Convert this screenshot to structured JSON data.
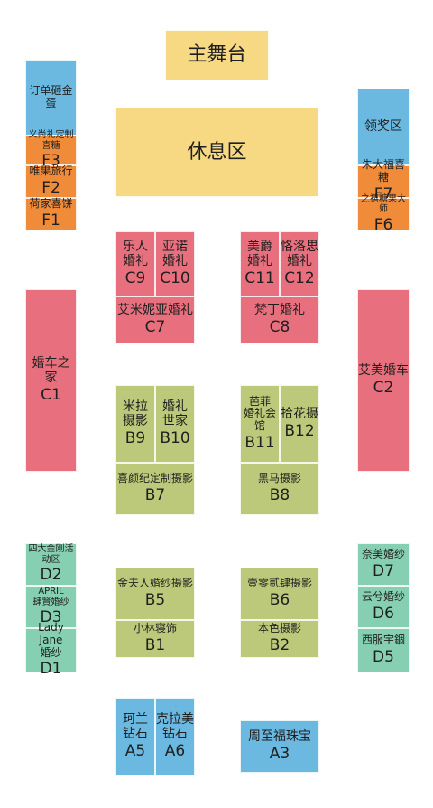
{
  "colors": {
    "stage": "#f7d983",
    "blue": "#6bb9e1",
    "orange": "#f08b3a",
    "pink": "#e8707e",
    "green": "#bdc97a",
    "teal": "#86cfb2"
  },
  "stage": {
    "name": "主舞台"
  },
  "lounge": {
    "name": "休息区"
  },
  "order_desk": {
    "name": "订单砸金蛋"
  },
  "award_area": {
    "name": "领奖区"
  },
  "F": {
    "F3": {
      "name": "义尚礼定制喜糖",
      "code": "F3"
    },
    "F2": {
      "name": "唯果旅行",
      "code": "F2"
    },
    "F1": {
      "name": "荷家喜饼",
      "code": "F1"
    },
    "F7": {
      "name": "朱大福喜糖",
      "code": "F7"
    },
    "F6": {
      "name": "之禧糖果大师",
      "code": "F6"
    }
  },
  "C": {
    "C9": {
      "name": "乐人\n婚礼",
      "code": "C9"
    },
    "C10": {
      "name": "亚诺\n婚礼",
      "code": "C10"
    },
    "C11": {
      "name": "美爵\n婚礼",
      "code": "C11"
    },
    "C12": {
      "name": "恪洛思\n婚礼",
      "code": "C12"
    },
    "C7": {
      "name": "艾米妮亚婚礼",
      "code": "C7"
    },
    "C8": {
      "name": "梵丁婚礼",
      "code": "C8"
    },
    "C1": {
      "name": "婚车之家",
      "code": "C1"
    },
    "C2": {
      "name": "艾美婚车",
      "code": "C2"
    }
  },
  "B": {
    "B9": {
      "name": "米拉\n摄影",
      "code": "B9"
    },
    "B10": {
      "name": "婚礼\n世家",
      "code": "B10"
    },
    "B11": {
      "name": "芭菲\n婚礼会馆",
      "code": "B11"
    },
    "B12": {
      "name": "拾花摄",
      "code": "B12"
    },
    "B7": {
      "name": "喜颜纪定制摄影",
      "code": "B7"
    },
    "B8": {
      "name": "黑马摄影",
      "code": "B8"
    },
    "B5": {
      "name": "金夫人婚纱摄影",
      "code": "B5"
    },
    "B6": {
      "name": "壹零贰肆摄影",
      "code": "B6"
    },
    "B1": {
      "name": "小林寝饰",
      "code": "B1"
    },
    "B2": {
      "name": "本色摄影",
      "code": "B2"
    }
  },
  "D": {
    "D2": {
      "name": "四大金刚活动区",
      "code": "D2"
    },
    "D3": {
      "name": "APRIL\n肆賢婚纱",
      "code": "D3"
    },
    "D1": {
      "name": "Lady Jane\n婚纱",
      "code": "D1"
    },
    "D7": {
      "name": "奈美婚纱",
      "code": "D7"
    },
    "D6": {
      "name": "云兮婚纱",
      "code": "D6"
    },
    "D5": {
      "name": "西服宇錮",
      "code": "D5"
    }
  },
  "A": {
    "A5": {
      "name": "珂兰\n钻石",
      "code": "A5"
    },
    "A6": {
      "name": "克拉美\n钻石",
      "code": "A6"
    },
    "A3": {
      "name": "周至福珠宝",
      "code": "A3"
    }
  }
}
